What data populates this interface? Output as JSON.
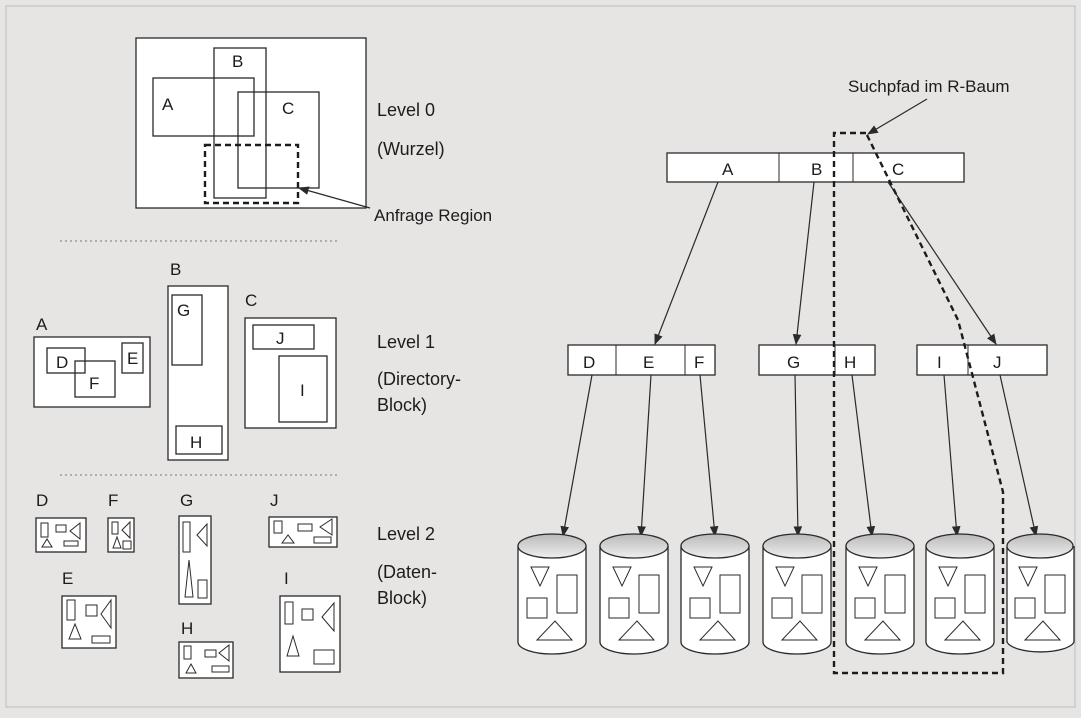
{
  "levels": [
    {
      "line1": "Level 0",
      "line2": "(Wurzel)",
      "line3": ""
    },
    {
      "line1": "Level 1",
      "line2": "(Directory-",
      "line3": "Block)"
    },
    {
      "line1": "Level 2",
      "line2": "(Daten-",
      "line3": "Block)"
    }
  ],
  "annotations": {
    "query_region": "Anfrage Region",
    "search_path": "Suchpfad im R-Baum"
  },
  "level0_regions": [
    "A",
    "B",
    "C"
  ],
  "level1_labels": {
    "A": "A",
    "B": "B",
    "C": "C",
    "D": "D",
    "E": "E",
    "F": "F",
    "G": "G",
    "H": "H",
    "I": "I",
    "J": "J"
  },
  "level2_labels": [
    "D",
    "F",
    "G",
    "J",
    "E",
    "I",
    "H"
  ],
  "tree": {
    "root": [
      "A",
      "B",
      "C"
    ],
    "children": [
      [
        "D",
        "E",
        "F"
      ],
      [
        "G",
        "H"
      ],
      [
        "I",
        "J"
      ]
    ]
  }
}
